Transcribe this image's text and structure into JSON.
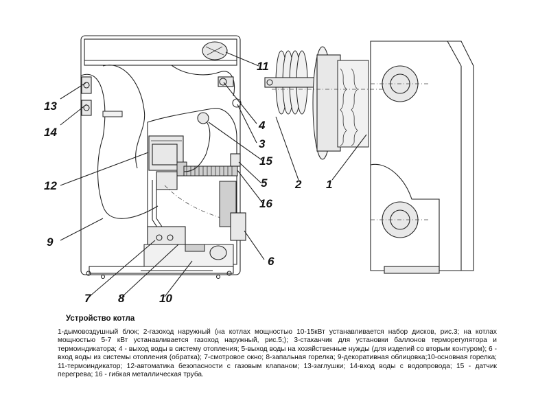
{
  "callouts": [
    "1",
    "2",
    "3",
    "4",
    "5",
    "6",
    "7",
    "8",
    "9",
    "10",
    "11",
    "12",
    "13",
    "14",
    "15",
    "16"
  ],
  "caption": {
    "title": "Устройство котла",
    "text": "1-дымовоздушный блок; 2-газоход наружный (на котлах мощностью 10-15кВт устанавливается набор дисков,  рис.3; на котлах мощностью 5-7 кВт устанавливается газоход наружный, рис.5;); 3-стаканчик для установки баллонов терморегулятора и термоиндикатора; 4 - выход воды в систему отопления; 5-выход воды на хозяйственные нужды (для изделий со вторым контуром); 6 - вход воды из системы отопления (обратка); 7-смотровое окно; 8-запальная горелка; 9-декоративная облицовка;10-основная горелка; 11-термоиндикатор; 12-автоматика безопасности с газовым клапаном; 13-заглушки; 14-вход воды с водопровода;  15 - датчик перегрева; 16 - гибкая металлическая труба."
  }
}
